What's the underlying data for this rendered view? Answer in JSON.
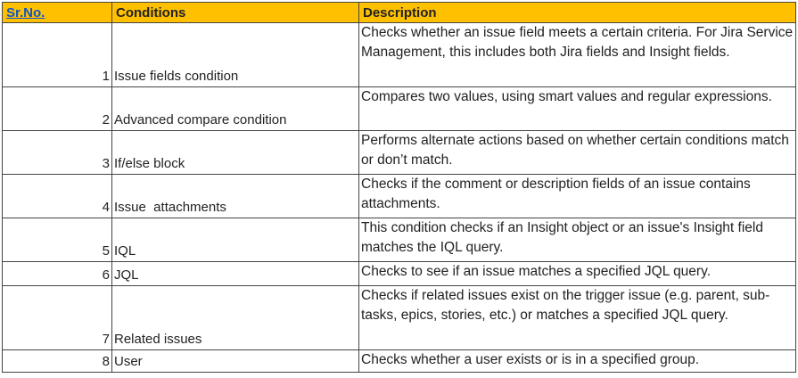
{
  "table": {
    "headers": {
      "srno": "Sr.No.",
      "conditions": "Conditions",
      "description": "Description"
    },
    "rows": [
      {
        "num": "1",
        "condition": "Issue fields condition",
        "description": "Checks whether an issue field meets a certain criteria. For Jira Service Management, this includes both Jira fields and Insight fields."
      },
      {
        "num": "2",
        "condition": "Advanced compare condition",
        "description": "Compares two values, using smart values and regular expressions."
      },
      {
        "num": "3",
        "condition": "If/else block",
        "description": "Performs alternate actions based on whether certain conditions match or don’t match."
      },
      {
        "num": "4",
        "condition": "Issue  attachments",
        "description": "Checks if the comment or description fields of an issue contains attachments."
      },
      {
        "num": "5",
        "condition": "IQL",
        "description": "This condition checks if an Insight object or an issue's Insight field matches the IQL query."
      },
      {
        "num": "6",
        "condition": "JQL",
        "description": "Checks to see if an issue matches a specified JQL query."
      },
      {
        "num": "7",
        "condition": "Related issues",
        "description": "Checks if related issues exist on the trigger issue (e.g. parent, sub-tasks, epics, stories, etc.) or matches a specified JQL query."
      },
      {
        "num": "8",
        "condition": "User",
        "description": "Checks whether a user exists or is in a specified group."
      }
    ]
  }
}
